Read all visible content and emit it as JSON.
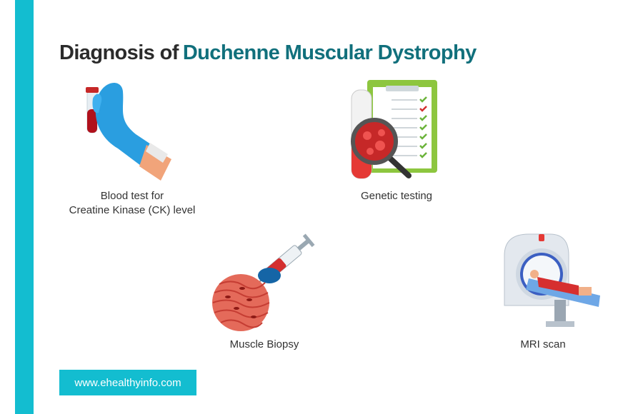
{
  "title": {
    "prefix": "Diagnosis of",
    "highlight": "Duchenne Muscular Dystrophy"
  },
  "items": [
    {
      "line1": "Blood test for",
      "line2": "Creatine Kinase (CK) level",
      "icon": "gloved-hand-blood-tube-icon"
    },
    {
      "label": "Genetic testing",
      "icon": "clipboard-test-tube-magnifier-icon"
    },
    {
      "label": "Muscle Biopsy",
      "icon": "syringe-muscle-tissue-icon"
    },
    {
      "label": "MRI scan",
      "icon": "mri-scanner-icon"
    }
  ],
  "website": "www.ehealthyinfo.com",
  "colors": {
    "accent": "#13bdd0",
    "highlight": "#11707c",
    "text": "#2b2b2b"
  }
}
